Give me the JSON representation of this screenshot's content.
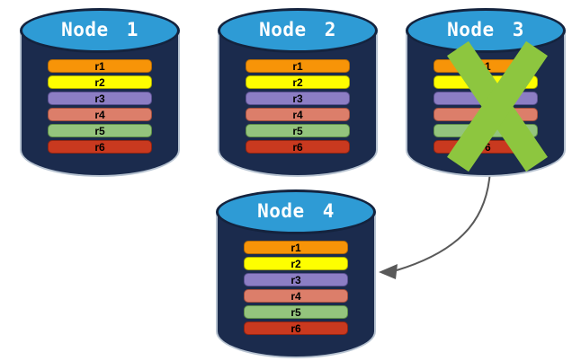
{
  "diagram": {
    "description": "Database node replication diagram: four nodes each holding replicas r1-r6; Node 3 is crossed out (failed) with an arrow pointing to Node 4",
    "nodes": [
      {
        "id": "node1",
        "label": "Node 1",
        "failed": false
      },
      {
        "id": "node2",
        "label": "Node 2",
        "failed": false
      },
      {
        "id": "node3",
        "label": "Node 3",
        "failed": true
      },
      {
        "id": "node4",
        "label": "Node 4",
        "failed": false
      }
    ],
    "replicas": [
      {
        "label": "r1",
        "fill": "#F79408",
        "border": "#B56A04"
      },
      {
        "label": "r2",
        "fill": "#FEFE00",
        "border": "#ABAB00"
      },
      {
        "label": "r3",
        "fill": "#8C7EC4",
        "border": "#5D5293"
      },
      {
        "label": "r4",
        "fill": "#DC7E6A",
        "border": "#A34F3D"
      },
      {
        "label": "r5",
        "fill": "#94C47D",
        "border": "#5E8F47"
      },
      {
        "label": "r6",
        "fill": "#C9391F",
        "border": "#8F2412"
      }
    ],
    "icons": {
      "failure": "cross-icon"
    },
    "arrow": {
      "from": "node3",
      "to": "node4"
    },
    "colors": {
      "cylinder_top": "#2E9BD5",
      "cylinder_rim": "#14233E",
      "cylinder_body": "#1B2B4D",
      "cylinder_edge": "#B7C3D1",
      "node_label": "#FFFFFF",
      "replica_label": "#000000",
      "cross": "#8DC63F",
      "arrow": "#595959",
      "background": "#FFFFFF"
    }
  }
}
